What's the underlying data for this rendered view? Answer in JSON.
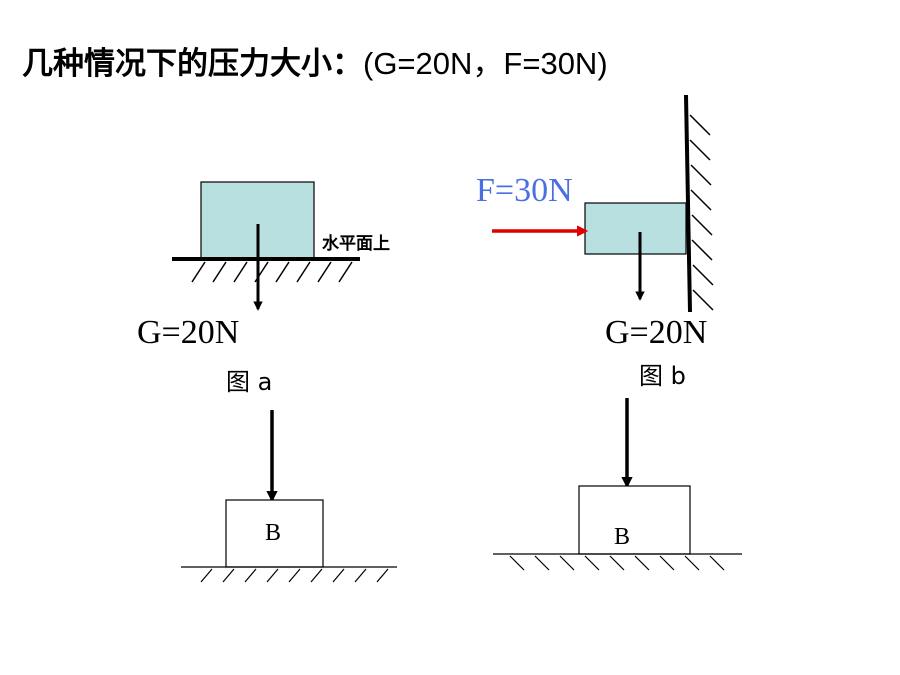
{
  "title": {
    "main": "几种情况下的压力大小：",
    "values": "(G=20N，F=30N)"
  },
  "figure_a": {
    "surface_label": "水平面上",
    "weight_label": "G=20N",
    "caption": "图 a",
    "block_color": "#b9e0e0"
  },
  "figure_b": {
    "force_label": "F=30N",
    "weight_label": "G=20N",
    "caption": "图 b",
    "force_color": "#e00000",
    "force_label_color": "#4a6fe0",
    "block_color": "#b9e0e0"
  },
  "figure_c": {
    "block_label": "B"
  },
  "figure_d": {
    "block_label": "B"
  }
}
